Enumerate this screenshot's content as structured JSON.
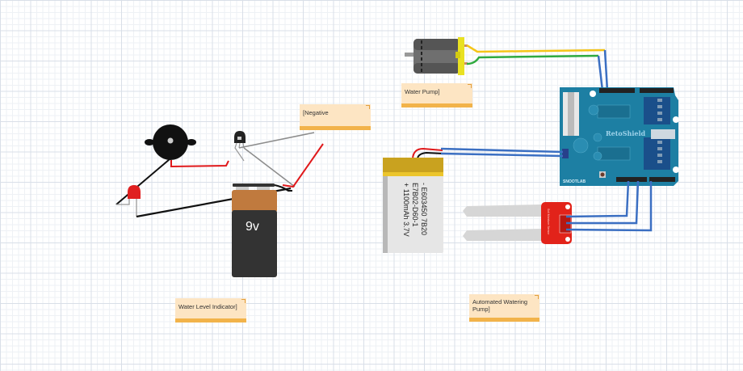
{
  "notes": {
    "negative": "[Negative",
    "water_pump": "Water Pump]",
    "water_level": "Water Level Indicator]",
    "auto_pump": "Automated Watering Pump]"
  },
  "battery_9v": {
    "label": "9v"
  },
  "lipo_battery": {
    "line1": "- E603450 7B20",
    "line2": "E7B02-D60-1",
    "line3": "+ 1100mAh 3.7V"
  },
  "shield": {
    "brand": "RetoShield",
    "maker": "SNOOTLAB"
  },
  "sensor": {
    "label": "Soil Moisture Sensor"
  },
  "colors": {
    "wire_red": "#e0191b",
    "wire_black": "#111111",
    "wire_blue": "#3b6fc2",
    "wire_yellow": "#f5c518",
    "wire_green": "#2faa3f",
    "wire_grey": "#8c8c8c",
    "shield_blue": "#1d7fa3",
    "note_bg": "#fde5c3",
    "note_bar": "#f2b34a"
  }
}
